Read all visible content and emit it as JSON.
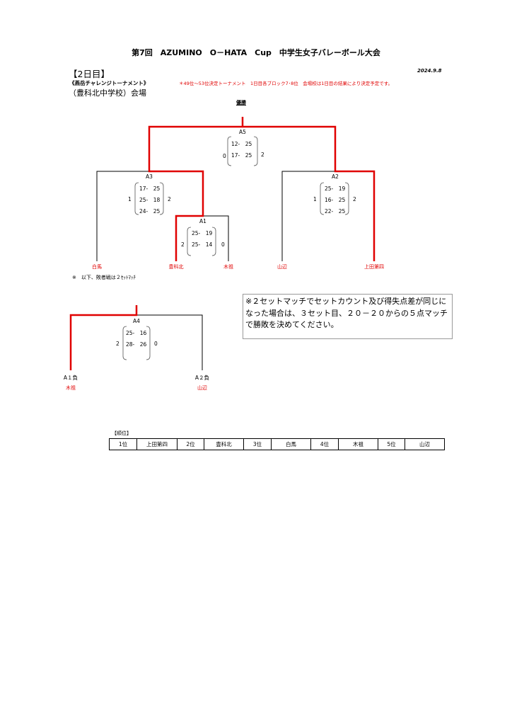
{
  "header": {
    "title": "第7回　AZUMINO　O－HATA　Cup　中学生女子バレーボール大会",
    "day": "【2日目】",
    "date": "2024.9.8",
    "tournament": "《燕岳チャレンジトーナメント》",
    "note": "＊49位～53位決定トーナメント　1日目各ブロック7･8位　会場校は1日目の結果により決定予定です。",
    "venue": "（豊科北中学校）会場"
  },
  "bracket": {
    "final_label": "優勝",
    "matches": [
      {
        "id": "A5",
        "left_sets": "0",
        "right_sets": "2",
        "scores": [
          "12-　25",
          "17-　25"
        ]
      },
      {
        "id": "A3",
        "left_sets": "1",
        "right_sets": "2",
        "scores": [
          "17-　25",
          "25-　18",
          "24-　25"
        ]
      },
      {
        "id": "A2",
        "left_sets": "1",
        "right_sets": "2",
        "scores": [
          "25-　19",
          "16-　25",
          "22-　25"
        ]
      },
      {
        "id": "A1",
        "left_sets": "2",
        "right_sets": "0",
        "scores": [
          "25-　19",
          "25-　14"
        ]
      }
    ],
    "teams": [
      "白馬",
      "豊科北",
      "木祖",
      "山辺",
      "上田第四"
    ],
    "win_color": "#e00000"
  },
  "lower": {
    "note": "※　以下、敗者戦は２ｾｯﾄﾏｯﾁ",
    "match": {
      "id": "A4",
      "left_sets": "2",
      "right_sets": "0",
      "scores": [
        "25-　16",
        "28-　26"
      ]
    },
    "slots": [
      {
        "label": "A１負",
        "team": "木祖"
      },
      {
        "label": "A２負",
        "team": "山辺"
      }
    ]
  },
  "rule_note": "※２セットマッチでセットカウント及び得失点差が同じになった場合は、３セット目、２０－２０からの５点マッチで勝敗を決めてください。",
  "ranking": {
    "title": "【順位】",
    "cells": [
      "1位",
      "上田第四",
      "2位",
      "豊科北",
      "3位",
      "白馬",
      "4位",
      "木祖",
      "5位",
      "山辺"
    ]
  }
}
